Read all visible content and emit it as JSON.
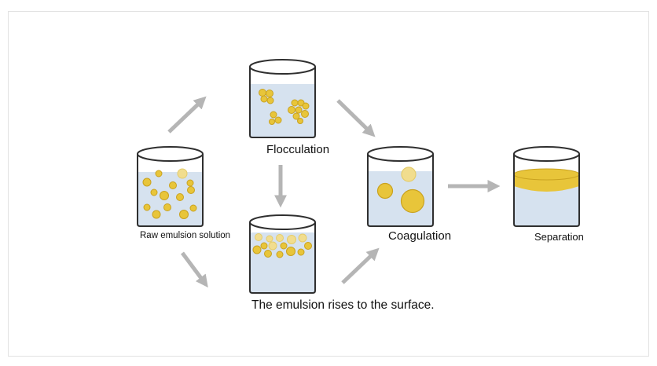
{
  "labels": {
    "raw": "Raw emulsion solution",
    "flocculation": "Flocculation",
    "coagulation": "Coagulation",
    "separation": "Separation",
    "rises": "The emulsion rises to the surface."
  },
  "colors": {
    "beaker_stroke": "#2f2f2f",
    "liquid": "#d6e2ef",
    "droplet_fill": "#e8c53a",
    "droplet_stroke": "#c9a21f",
    "droplet_pale": "#f1dd8e",
    "arrow": "#b5b5b5",
    "oil_layer": "#e8c53a"
  }
}
